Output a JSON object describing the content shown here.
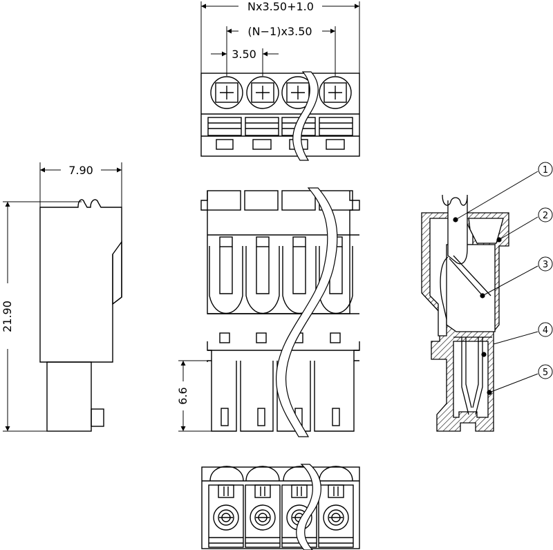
{
  "dimensions": {
    "overall_width": "Nx3.50+1.0",
    "pitch_span": "(N−1)x3.50",
    "pitch": "3.50",
    "depth": "7.90",
    "height": "21.90",
    "plug_length": "6.6"
  },
  "callouts": [
    "1",
    "2",
    "3",
    "4",
    "5"
  ]
}
